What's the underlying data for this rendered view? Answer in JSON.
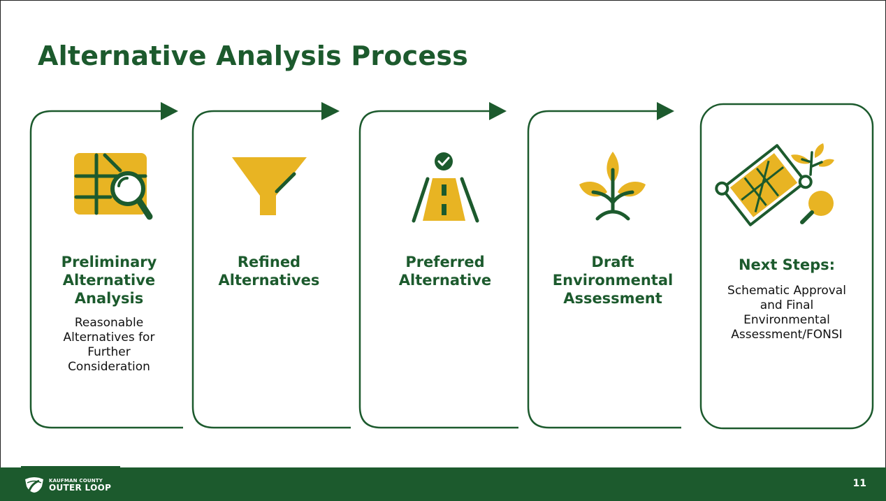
{
  "slide": {
    "title": "Alternative Analysis Process",
    "page_number": "11"
  },
  "steps": [
    {
      "heading": [
        "Preliminary",
        "Alternative",
        "Analysis"
      ],
      "description": [
        "Reasonable",
        "Alternatives for",
        "Further",
        "Consideration"
      ],
      "icon": "map-magnifier-icon"
    },
    {
      "heading": [
        "Refined",
        "Alternatives"
      ],
      "description": [],
      "icon": "funnel-icon"
    },
    {
      "heading": [
        "Preferred",
        "Alternative"
      ],
      "description": [],
      "icon": "road-check-icon"
    },
    {
      "heading": [
        "Draft",
        "Environmental",
        "Assessment"
      ],
      "description": [],
      "icon": "plant-sprout-icon"
    },
    {
      "heading": [
        "Next Steps:"
      ],
      "description": [
        "Schematic Approval",
        "and Final",
        "Environmental",
        "Assessment/FONSI"
      ],
      "icon": "map-plant-magnifier-icon"
    }
  ],
  "footer": {
    "logo_line1": "KAUFMAN COUNTY",
    "logo_line2": "OUTER LOOP",
    "logo_icon": "road-shield-icon"
  },
  "colors": {
    "brand_green": "#1c5a2d",
    "icon_gold": "#e8b423",
    "background": "#ffffff"
  }
}
